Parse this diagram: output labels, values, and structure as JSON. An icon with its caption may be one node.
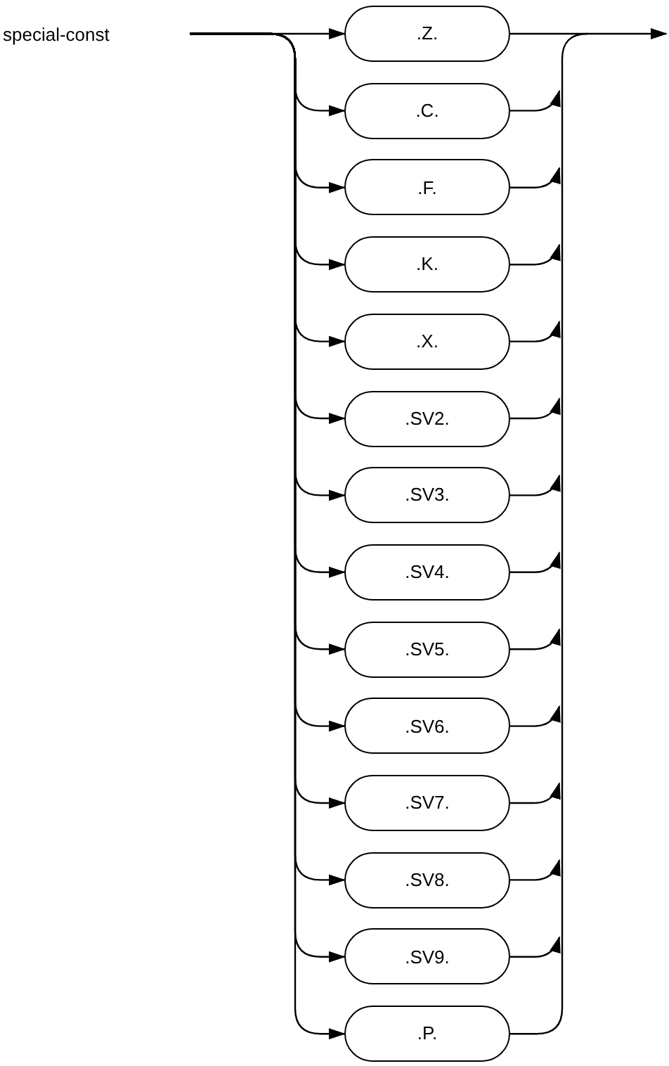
{
  "diagram": {
    "nodes": [
      {
        "text": [
          ".Z."
        ]
      },
      {
        "text": [
          ".C."
        ]
      },
      {
        "text": [
          ".F."
        ]
      },
      {
        "text": [
          ".K."
        ]
      },
      {
        "text": [
          ".X."
        ]
      },
      {
        "text": [
          ".SV2."
        ]
      },
      {
        "text": [
          ".SV3."
        ]
      },
      {
        "text": [
          ".SV4."
        ]
      },
      {
        "text": [
          ".SV5."
        ]
      },
      {
        "text": [
          ".SV6."
        ]
      },
      {
        "text": [
          ".SV7."
        ]
      },
      {
        "text": [
          ".SV8."
        ]
      },
      {
        "text": [
          ".SV9."
        ]
      },
      {
        "text": [
          ".P."
        ]
      }
    ],
    "edges": [
      {
        "from": null,
        "to": 0,
        "arrow": "to"
      },
      {
        "from": null,
        "to": 1,
        "arrow": "to"
      },
      {
        "from": null,
        "to": 2,
        "arrow": "to"
      },
      {
        "from": null,
        "to": 3,
        "arrow": "to"
      },
      {
        "from": null,
        "to": 4,
        "arrow": "to"
      },
      {
        "from": null,
        "to": 5,
        "arrow": "to"
      },
      {
        "from": null,
        "to": 6,
        "arrow": "to"
      },
      {
        "from": null,
        "to": 7,
        "arrow": "to"
      },
      {
        "from": null,
        "to": 8,
        "arrow": "to"
      },
      {
        "from": null,
        "to": 9,
        "arrow": "to"
      },
      {
        "from": null,
        "to": 10,
        "arrow": "to"
      },
      {
        "from": null,
        "to": 11,
        "arrow": "to"
      },
      {
        "from": null,
        "to": 12,
        "arrow": "to"
      },
      {
        "from": null,
        "to": 13,
        "arrow": "to"
      },
      {
        "from": 0,
        "to": null,
        "arrow": "to"
      },
      {
        "from": 1,
        "to": null,
        "arrow": "to"
      },
      {
        "from": 2,
        "to": null,
        "arrow": "to"
      },
      {
        "from": 3,
        "to": null,
        "arrow": "to"
      },
      {
        "from": 4,
        "to": null,
        "arrow": "to"
      },
      {
        "from": 5,
        "to": null,
        "arrow": "to"
      },
      {
        "from": 6,
        "to": null,
        "arrow": "to"
      },
      {
        "from": 7,
        "to": null,
        "arrow": "to"
      },
      {
        "from": 8,
        "to": null,
        "arrow": "to"
      },
      {
        "from": 9,
        "to": null,
        "arrow": "to"
      },
      {
        "from": 10,
        "to": null,
        "arrow": "to"
      },
      {
        "from": 11,
        "to": null,
        "arrow": "to"
      },
      {
        "from": 12,
        "to": null,
        "arrow": "to"
      },
      {
        "from": 13,
        "to": null,
        "arrow": "none"
      }
    ],
    "labels": [
      "special-const"
    ]
  }
}
